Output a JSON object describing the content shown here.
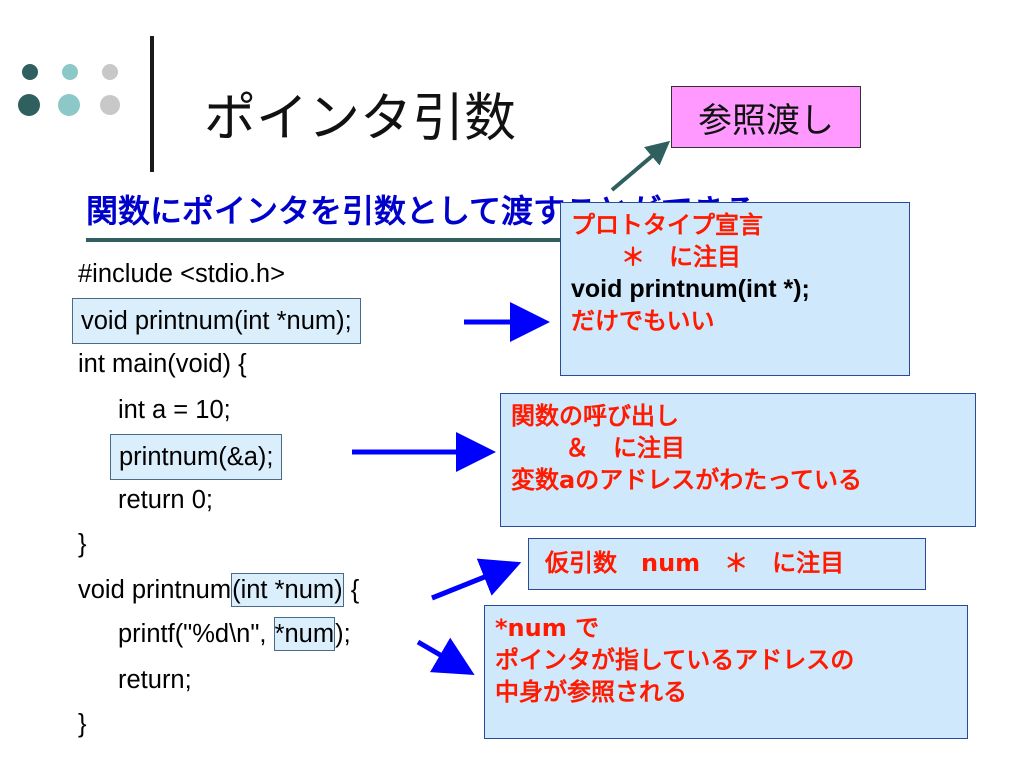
{
  "slide": {
    "title": "ポインタ引数",
    "badge": "参照渡し",
    "subtitle": "関数にポインタを引数として渡すことができる"
  },
  "code": {
    "line1": "#include <stdio.h>",
    "line2": "void printnum(int *num);",
    "line3": "int main(void) {",
    "line4": "int a = 10;",
    "line5": "printnum(&a);",
    "line6": "return 0;",
    "line7": "}",
    "line8_pre": "void printnum",
    "line8_hl": "(int *num)",
    "line8_post": " {",
    "line9_pre": "printf(\"%d\\n\", ",
    "line9_hl": "*num",
    "line9_post": ");",
    "line10": "return;",
    "line11": "}"
  },
  "notes": {
    "prototype": {
      "line1": "プロトタイプ宣言",
      "line2": "＊　に注目",
      "line3": "void printnum(int *);",
      "line4": "だけでもいい"
    },
    "call": {
      "line1": "関数の呼び出し",
      "line2": "＆　に注目",
      "line3_pre": "変数",
      "line3_var": "a",
      "line3_post": "のアドレスがわたっている"
    },
    "param": {
      "text": "仮引数　num　＊　に注目"
    },
    "deref": {
      "line1": "*num で",
      "line2": "ポインタが指しているアドレスの",
      "line3": "中身が参照される"
    }
  },
  "colors": {
    "dot_dark": "#2f5f5f",
    "dot_mid": "#8cc8c8",
    "dot_light": "#c8c8c8",
    "note_text": "#ff1a00",
    "note_bg": "#cfe8fb",
    "arrow": "#0000ff",
    "badge_bg": "#ff99ff",
    "subtitle": "#0000cc"
  }
}
